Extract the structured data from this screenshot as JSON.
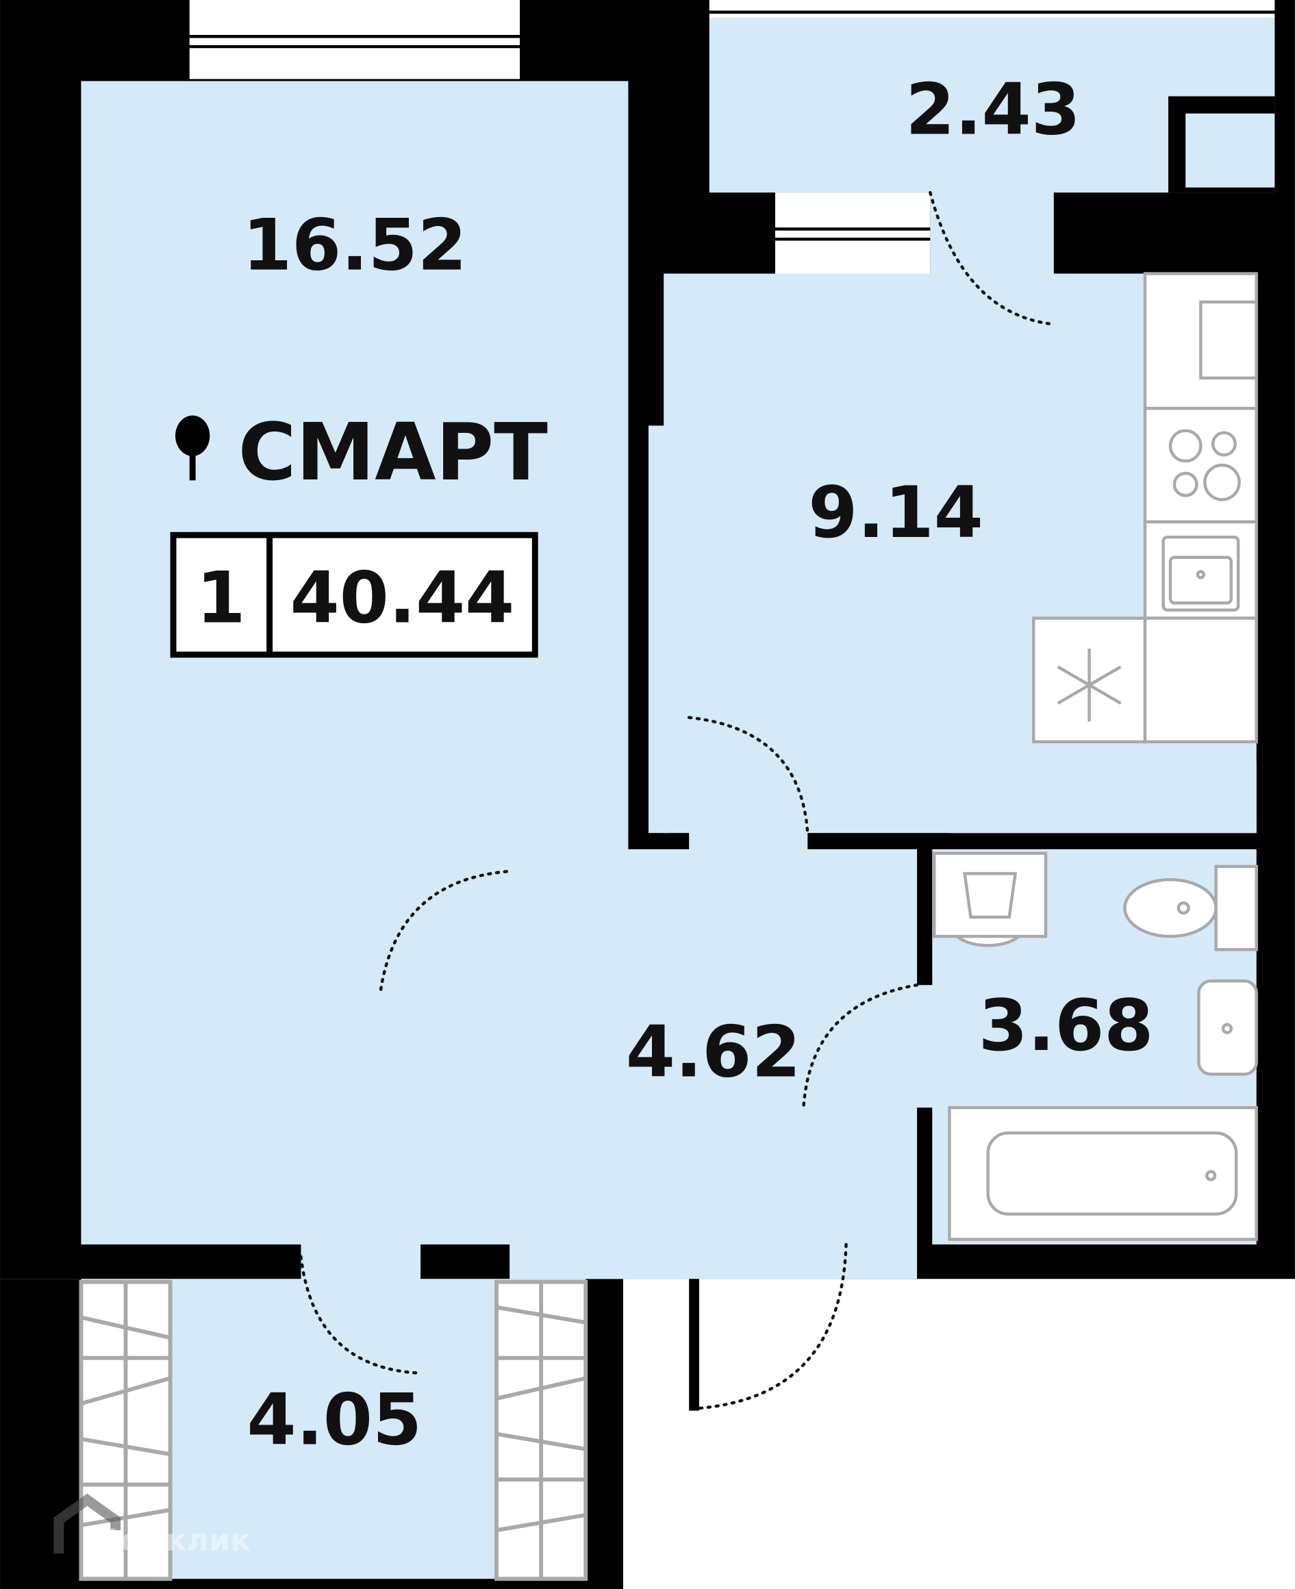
{
  "plan": {
    "tag": "СМАРТ",
    "rooms_count": "1",
    "total_area": "40.44",
    "rooms": [
      {
        "name": "living-room",
        "area": "16.52"
      },
      {
        "name": "balcony-top",
        "area": "2.43"
      },
      {
        "name": "kitchen",
        "area": "9.14"
      },
      {
        "name": "hallway",
        "area": "4.62"
      },
      {
        "name": "bathroom",
        "area": "3.68"
      },
      {
        "name": "balcony-bottom",
        "area": "4.05"
      }
    ],
    "watermark": "Домклик",
    "colors": {
      "room": "#d4eaf8",
      "wall": "#000000",
      "fixture": "#a9a9a9"
    },
    "icons": [
      "pin-icon",
      "snowflake-icon",
      "stove-icon",
      "sink-icon",
      "toilet-icon",
      "washbasin-icon",
      "bathtub-icon",
      "washing-machine-icon"
    ]
  }
}
